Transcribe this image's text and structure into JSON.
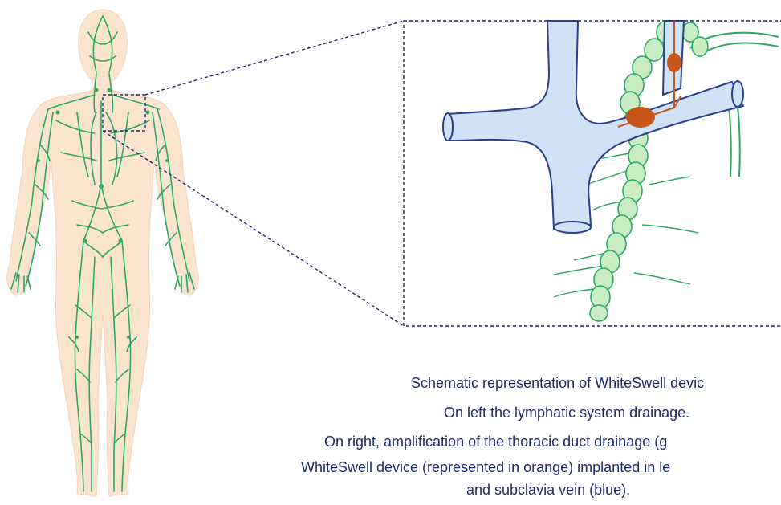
{
  "colors": {
    "skin": "#fbe4cf",
    "lymph": "#2aa864",
    "lymph_fill": "#c9ecc2",
    "vein_fill": "#cfe2f6",
    "vein_stroke": "#2b3e8f",
    "device": "#c8561b",
    "dashed": "#1f2a6b",
    "caption": "#1f2a6b"
  },
  "icons": {
    "body": "human-body-silhouette",
    "network": "lymphatic-network",
    "inset": "thoracic-duct-magnification"
  },
  "caption": {
    "line1": "Schematic representation of WhiteSwell devic",
    "line2": "On left the lymphatic system drainage.",
    "line3": "On right, amplification of the thoracic duct drainage (g",
    "line4": "WhiteSwell device (represented in orange) implanted in le",
    "line5": "and subclavia vein (blue)."
  }
}
